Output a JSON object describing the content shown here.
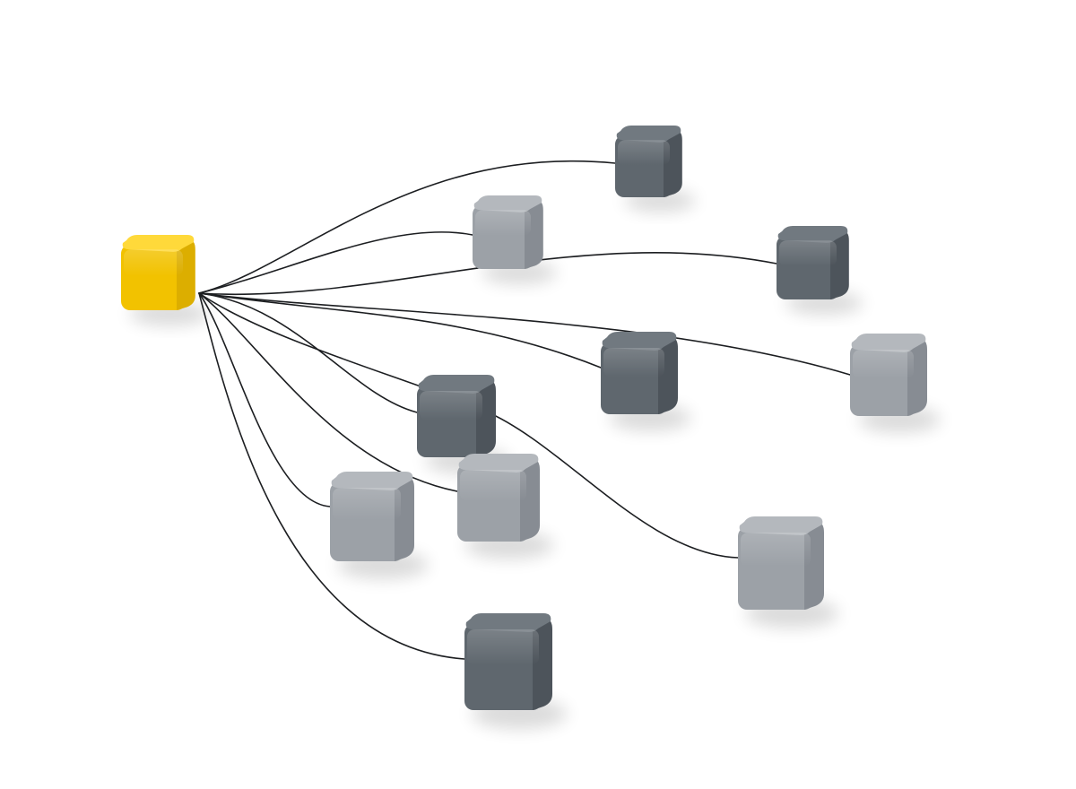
{
  "scene": {
    "background": "#ffffff",
    "wire_color": "#1c1e21",
    "hub": {
      "label": "",
      "color_top": "#ffd93a",
      "color_left": "#f2c200",
      "color_right": "#dcae00"
    },
    "palettes": {
      "dark": {
        "top": "#717980",
        "left": "#5f676e",
        "right": "#4d545b"
      },
      "light": {
        "top": "#b4b8bd",
        "left": "#9ca1a7",
        "right": "#878c93"
      }
    },
    "nodes": [
      {
        "id": "node-1",
        "tone": "dark"
      },
      {
        "id": "node-2",
        "tone": "light"
      },
      {
        "id": "node-3",
        "tone": "dark"
      },
      {
        "id": "node-4",
        "tone": "dark"
      },
      {
        "id": "node-5",
        "tone": "light"
      },
      {
        "id": "node-6",
        "tone": "dark"
      },
      {
        "id": "node-7",
        "tone": "light"
      },
      {
        "id": "node-8",
        "tone": "light"
      },
      {
        "id": "node-9",
        "tone": "light"
      },
      {
        "id": "node-10",
        "tone": "dark"
      }
    ]
  }
}
